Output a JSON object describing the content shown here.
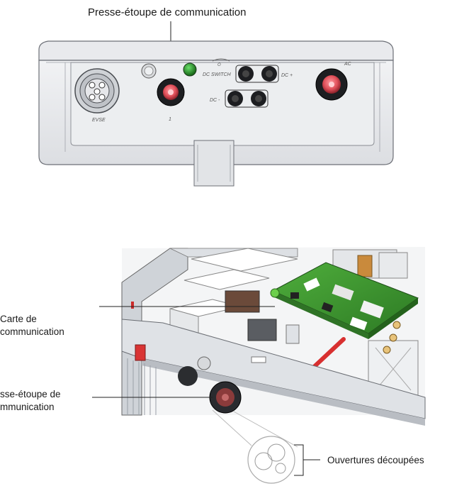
{
  "top_view": {
    "callout": "Presse-étoupe de communication",
    "markings": {
      "evse": "EVSE",
      "port_number": "1",
      "switch": "DC SWITCH",
      "dc_plus": "DC +",
      "dc_minus": "DC -",
      "ac": "AC"
    }
  },
  "bottom_view": {
    "label_card_line1": "Carte de",
    "label_card_line2": "communication",
    "label_gland_line1": "sse-étoupe de",
    "label_gland_line2": "mmunication",
    "label_openings": "Ouvertures découpées"
  }
}
